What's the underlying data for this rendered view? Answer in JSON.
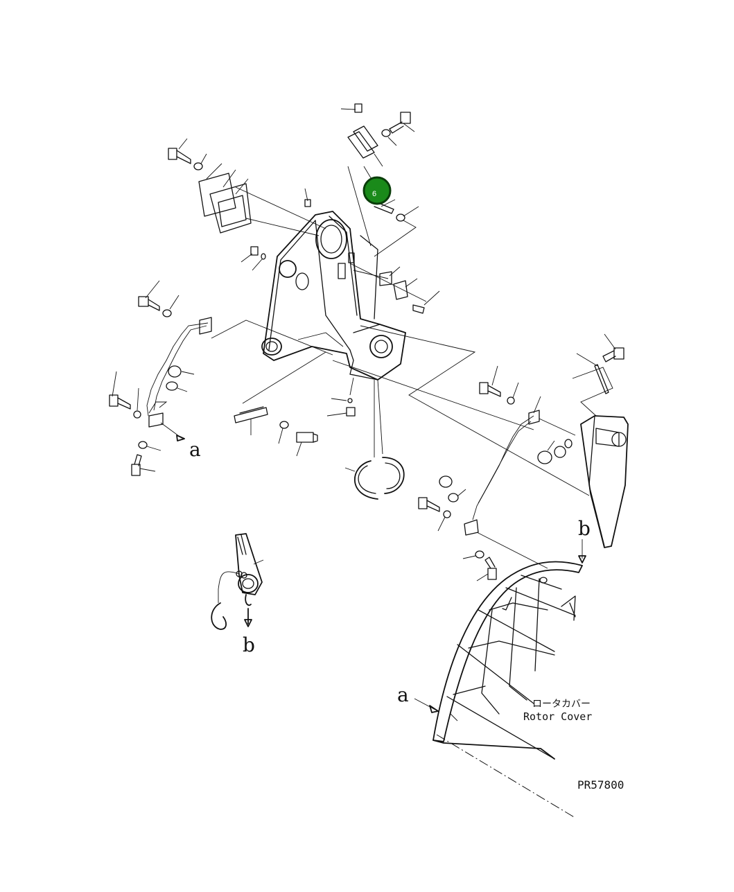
{
  "drawing_code": "PR57800",
  "labels": {
    "rotor_cover_jp": "ロータカバー",
    "rotor_cover_en": "Rotor Cover",
    "ref_a_left": "a",
    "ref_a_bottom": "a",
    "ref_b_left": "b",
    "ref_b_right": "b"
  },
  "callouts": [
    {
      "id": "6",
      "color": "#1a8a1a"
    }
  ],
  "colors": {
    "line": "#111111",
    "marker_fill": "#1a8a1a",
    "marker_stroke": "#0a3d0a"
  }
}
